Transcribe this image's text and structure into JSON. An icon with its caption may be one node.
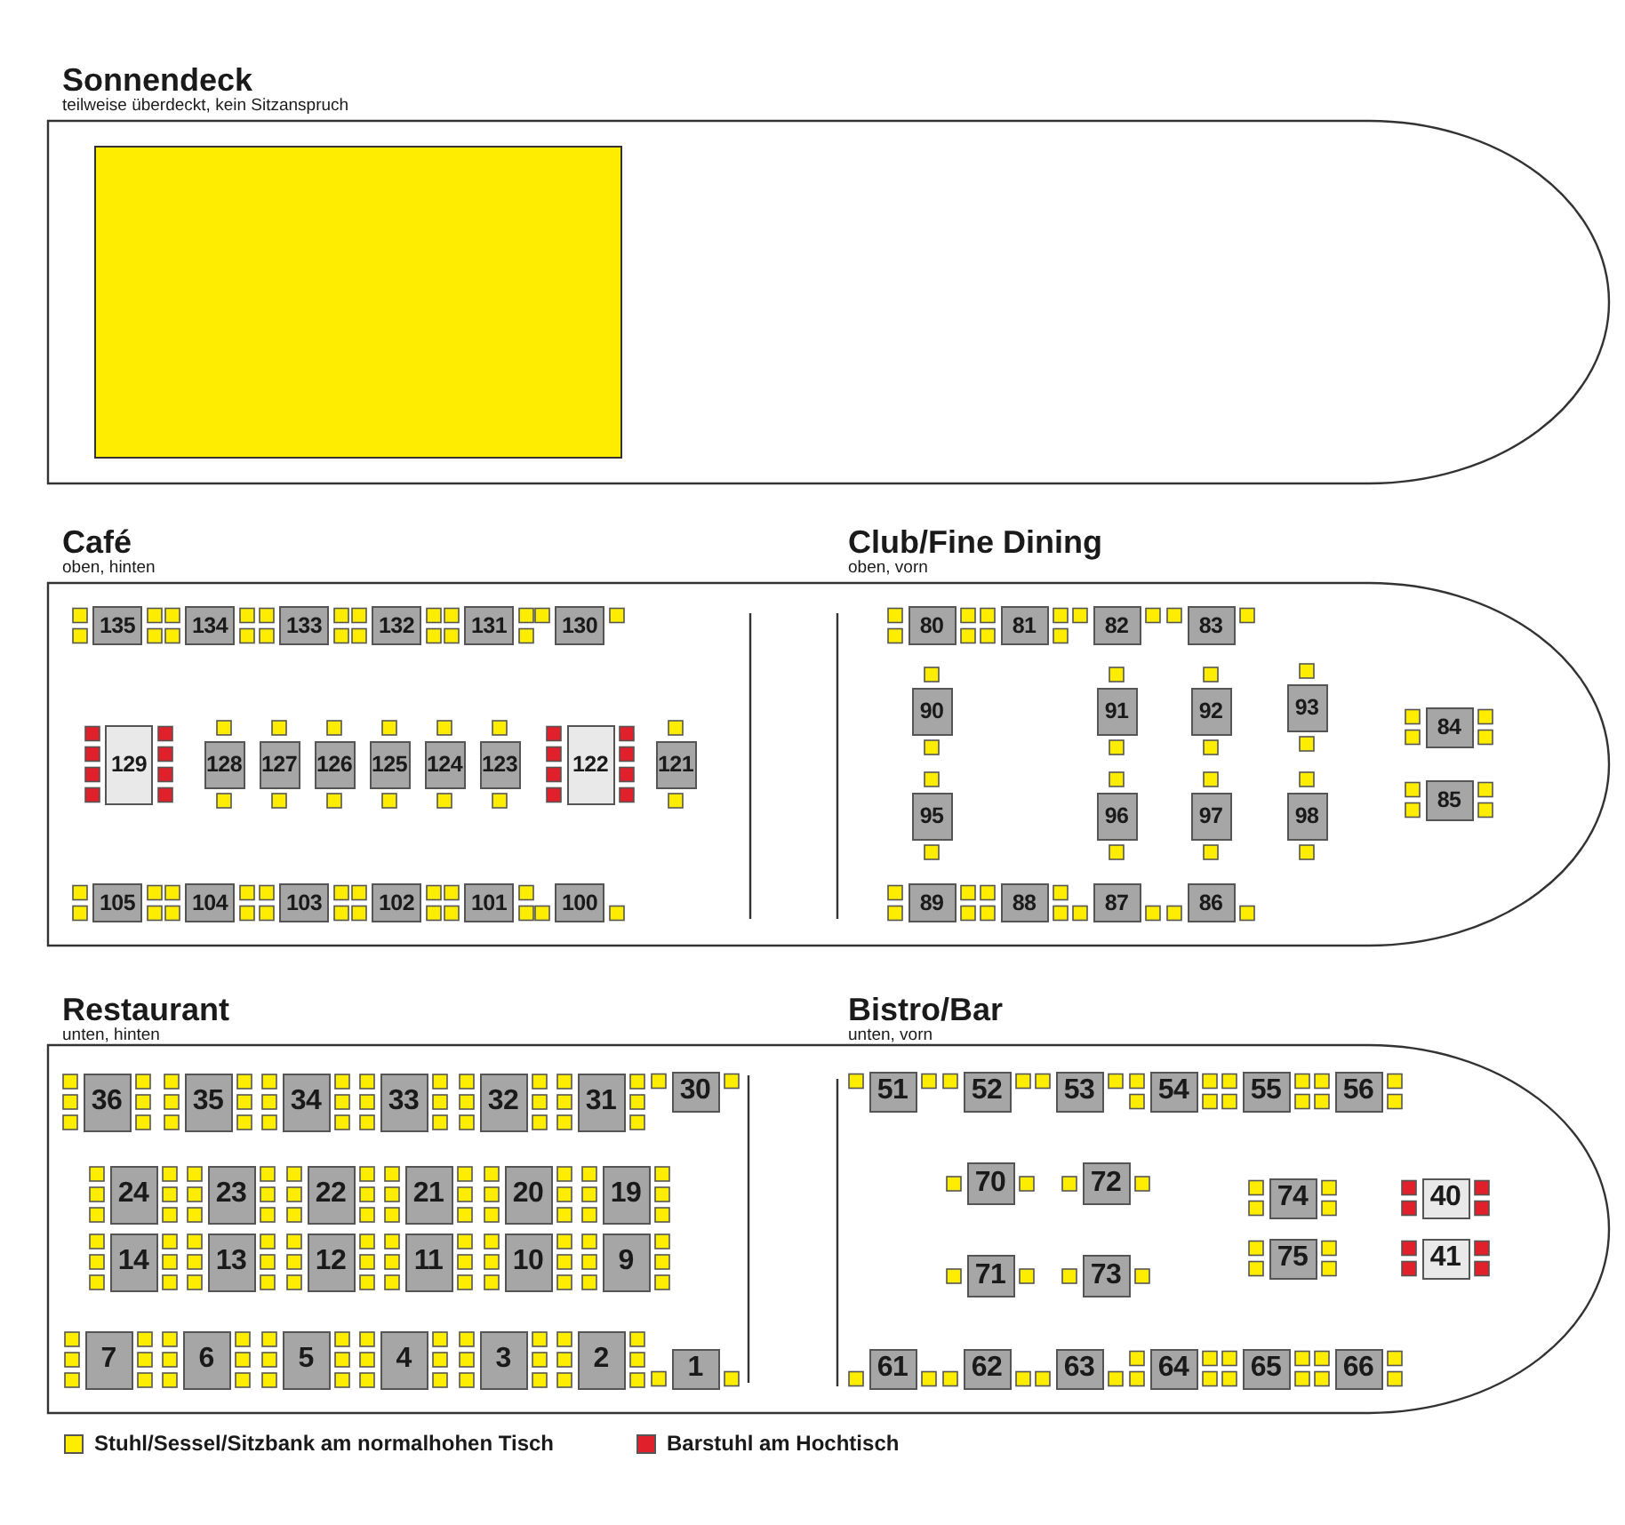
{
  "diagram": {
    "nodes": [
      {
        "text": [
          "Sonnendeck",
          "teilweise überdeckt, kein Sitzanspruch"
        ]
      },
      {
        "text": [
          "Café",
          "oben, hinten"
        ]
      },
      {
        "text": [
          "135"
        ],
        "in": 1
      },
      {
        "text": [
          "134"
        ],
        "in": 1
      },
      {
        "text": [
          "133"
        ],
        "in": 1
      },
      {
        "text": [
          "132"
        ],
        "in": 1
      },
      {
        "text": [
          "131"
        ],
        "in": 1
      },
      {
        "text": [
          "130"
        ],
        "in": 1
      },
      {
        "text": [
          "129"
        ],
        "in": 1
      },
      {
        "text": [
          "128"
        ],
        "in": 1
      },
      {
        "text": [
          "127"
        ],
        "in": 1
      },
      {
        "text": [
          "126"
        ],
        "in": 1
      },
      {
        "text": [
          "125"
        ],
        "in": 1
      },
      {
        "text": [
          "124"
        ],
        "in": 1
      },
      {
        "text": [
          "123"
        ],
        "in": 1
      },
      {
        "text": [
          "122"
        ],
        "in": 1
      },
      {
        "text": [
          "121"
        ],
        "in": 1
      },
      {
        "text": [
          "105"
        ],
        "in": 1
      },
      {
        "text": [
          "104"
        ],
        "in": 1
      },
      {
        "text": [
          "103"
        ],
        "in": 1
      },
      {
        "text": [
          "102"
        ],
        "in": 1
      },
      {
        "text": [
          "101"
        ],
        "in": 1
      },
      {
        "text": [
          "100"
        ],
        "in": 1
      },
      {
        "text": [
          "Club/Fine Dining",
          "oben, vorn"
        ]
      },
      {
        "text": [
          "80"
        ],
        "in": 23
      },
      {
        "text": [
          "81"
        ],
        "in": 23
      },
      {
        "text": [
          "82"
        ],
        "in": 23
      },
      {
        "text": [
          "83"
        ],
        "in": 23
      },
      {
        "text": [
          "90"
        ],
        "in": 23
      },
      {
        "text": [
          "91"
        ],
        "in": 23
      },
      {
        "text": [
          "92"
        ],
        "in": 23
      },
      {
        "text": [
          "93"
        ],
        "in": 23
      },
      {
        "text": [
          "84"
        ],
        "in": 23
      },
      {
        "text": [
          "85"
        ],
        "in": 23
      },
      {
        "text": [
          "95"
        ],
        "in": 23
      },
      {
        "text": [
          "96"
        ],
        "in": 23
      },
      {
        "text": [
          "97"
        ],
        "in": 23
      },
      {
        "text": [
          "98"
        ],
        "in": 23
      },
      {
        "text": [
          "89"
        ],
        "in": 23
      },
      {
        "text": [
          "88"
        ],
        "in": 23
      },
      {
        "text": [
          "87"
        ],
        "in": 23
      },
      {
        "text": [
          "86"
        ],
        "in": 23
      },
      {
        "text": [
          "Restaurant",
          "unten, hinten"
        ]
      },
      {
        "text": [
          "36"
        ],
        "in": 42
      },
      {
        "text": [
          "35"
        ],
        "in": 42
      },
      {
        "text": [
          "34"
        ],
        "in": 42
      },
      {
        "text": [
          "33"
        ],
        "in": 42
      },
      {
        "text": [
          "32"
        ],
        "in": 42
      },
      {
        "text": [
          "31"
        ],
        "in": 42
      },
      {
        "text": [
          "30"
        ],
        "in": 42
      },
      {
        "text": [
          "24"
        ],
        "in": 42
      },
      {
        "text": [
          "23"
        ],
        "in": 42
      },
      {
        "text": [
          "22"
        ],
        "in": 42
      },
      {
        "text": [
          "21"
        ],
        "in": 42
      },
      {
        "text": [
          "20"
        ],
        "in": 42
      },
      {
        "text": [
          "19"
        ],
        "in": 42
      },
      {
        "text": [
          "14"
        ],
        "in": 42
      },
      {
        "text": [
          "13"
        ],
        "in": 42
      },
      {
        "text": [
          "12"
        ],
        "in": 42
      },
      {
        "text": [
          "11"
        ],
        "in": 42
      },
      {
        "text": [
          "10"
        ],
        "in": 42
      },
      {
        "text": [
          "9"
        ],
        "in": 42
      },
      {
        "text": [
          "7"
        ],
        "in": 42
      },
      {
        "text": [
          "6"
        ],
        "in": 42
      },
      {
        "text": [
          "5"
        ],
        "in": 42
      },
      {
        "text": [
          "4"
        ],
        "in": 42
      },
      {
        "text": [
          "3"
        ],
        "in": 42
      },
      {
        "text": [
          "2"
        ],
        "in": 42
      },
      {
        "text": [
          "1"
        ],
        "in": 42
      },
      {
        "text": [
          "Bistro/Bar",
          "unten, vorn"
        ]
      },
      {
        "text": [
          "51"
        ],
        "in": 69
      },
      {
        "text": [
          "52"
        ],
        "in": 69
      },
      {
        "text": [
          "53"
        ],
        "in": 69
      },
      {
        "text": [
          "54"
        ],
        "in": 69
      },
      {
        "text": [
          "55"
        ],
        "in": 69
      },
      {
        "text": [
          "56"
        ],
        "in": 69
      },
      {
        "text": [
          "70"
        ],
        "in": 69
      },
      {
        "text": [
          "72"
        ],
        "in": 69
      },
      {
        "text": [
          "74"
        ],
        "in": 69
      },
      {
        "text": [
          "40"
        ],
        "in": 69
      },
      {
        "text": [
          "71"
        ],
        "in": 69
      },
      {
        "text": [
          "73"
        ],
        "in": 69
      },
      {
        "text": [
          "75"
        ],
        "in": 69
      },
      {
        "text": [
          "41"
        ],
        "in": 69
      },
      {
        "text": [
          "61"
        ],
        "in": 69
      },
      {
        "text": [
          "62"
        ],
        "in": 69
      },
      {
        "text": [
          "63"
        ],
        "in": 69
      },
      {
        "text": [
          "64"
        ],
        "in": 69
      },
      {
        "text": [
          "65"
        ],
        "in": 69
      },
      {
        "text": [
          "66"
        ],
        "in": 69
      },
      {
        "text": [],
        "shape": "box",
        "in": 0
      }
    ],
    "legend": [
      {
        "text": "Stuhl/Sessel/Sitzbank am normalhohen Tisch",
        "color": "#ffed00"
      },
      {
        "text": "Barstuhl am Hochtisch",
        "color": "#e0202a"
      }
    ]
  }
}
